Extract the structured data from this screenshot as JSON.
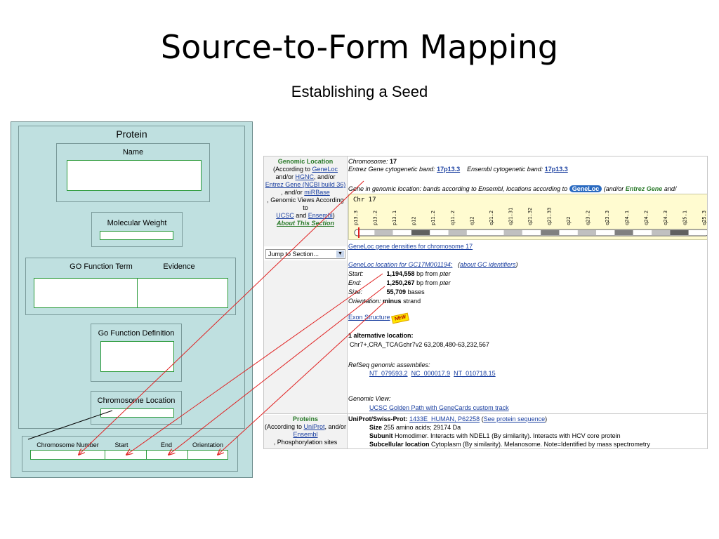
{
  "title": "Source-to-Form Mapping",
  "subtitle": "Establishing a Seed",
  "form": {
    "protein_label": "Protein",
    "name_label": "Name",
    "mw_label": "Molecular Weight",
    "go_term_label": "GO Function Term",
    "evidence_label": "Evidence",
    "go_def_label": "Go Function Definition",
    "chrom_loc_label": "Chromosome Location",
    "chrom_num_label": "Chromosome Number",
    "start_label": "Start",
    "end_label": "End",
    "orientation_label": "Orientation"
  },
  "genecards": {
    "genomic_location_heading": "Genomic Location",
    "according_to": "(According to",
    "geneloc_link": "GeneLoc",
    "and_or_hgnc_pre": "and/or",
    "hgnc_link": "HGNC",
    "and_or_post": ", and/or",
    "entrez_link": "Entrez Gene (NCBI build 36)",
    "and_or_mirbase_pre": ", and/or",
    "mirbase_link": "miRBase",
    "genomic_views": ", Genomic Views According to",
    "ucsc_link": "UCSC",
    "and": "and",
    "ensembl_link": "Ensembl",
    "about_section": "About This Section",
    "jump_to_section": "Jump to Section...",
    "chromosome_line_label": "Chromosome:",
    "chromosome_value": "17",
    "entrez_cyto_label": "Entrez Gene cytogenetic band:",
    "entrez_cyto_value": "17p13.3",
    "ensembl_cyto_label": "Ensembl cytogenetic band:",
    "ensembl_cyto_value": "17p13.3",
    "gene_in_location_text": "Gene in genomic location: bands according to Ensembl, locations according to",
    "geneloc_badge": "GeneLoc",
    "and_or_entrez_trail": "(and/or",
    "entrez_gene_green": "Entrez Gene",
    "and_trail": "and/",
    "chr_label": "Chr 17",
    "bands": [
      "p13.3",
      "p13.2",
      "p13.1",
      "p12",
      "p11.2",
      "q11.2",
      "q12",
      "q21.2",
      "q21.31",
      "q21.32",
      "q21.33",
      "q22",
      "q23.2",
      "q23.3",
      "q24.1",
      "q24.2",
      "q24.3",
      "q25.1",
      "q25.3"
    ],
    "densities_link": "GeneLoc gene densities for chromosome 17",
    "geneloc_location_link": "GeneLoc location for GC17M001194:",
    "about_gc_link": "about GC identifiers",
    "start_label": "Start:",
    "start_value": "1,194,558",
    "end_label": "End:",
    "end_value": "1,250,267",
    "bp_from": "bp from",
    "pter": "pter",
    "size_label": "Size:",
    "size_value": "55,709",
    "bases": "bases",
    "orientation_label": "Orientation:",
    "orientation_value": "minus",
    "strand": "strand",
    "exon_structure_link": "Exon Structure",
    "new_badge": "NEW",
    "alt_location_count": "1",
    "alt_location_label": "alternative location:",
    "alt_location_value": "Chr7+,CRA_TCAGchr7v2 63,208,480-63,232,567",
    "refseq_label": "RefSeq genomic assemblies:",
    "refseq_links": [
      "NT_079593.2",
      "NC_000017.9",
      "NT_010718.15"
    ],
    "genomic_view_label": "Genomic View:",
    "ucsc_track_link": "UCSC Golden Path with GeneCards custom track",
    "proteins_heading": "Proteins",
    "proteins_according": "(According to",
    "uniprot_link": "UniProt",
    "proteins_and_or": ", and/or",
    "proteins_ensembl_link": "Ensembl",
    "phospho_text": ", Phosphorylation sites",
    "uniprot_line_label": "UniProt/Swiss-Prot:",
    "uniprot_id_link": "1433E_HUMAN, P62258",
    "see_protein_seq": "See protein sequence",
    "size_line_label": "Size",
    "size_line_value": "255 amino acids; 29174 Da",
    "subunit_label": "Subunit",
    "subunit_value": "Homodimer. Interacts with NDEL1 (By similarity). Interacts with HCV core protein",
    "subcell_label": "Subcellular location",
    "subcell_value": "Cytoplasm (By similarity). Melanosome. Note=Identified by mass spectrometry"
  },
  "colors": {
    "form_bg": "#bfe0e0",
    "field_border": "#2a9a3a",
    "arrow": "#e02020",
    "link": "#1a3fa0",
    "heading_green": "#2a7a2a"
  }
}
